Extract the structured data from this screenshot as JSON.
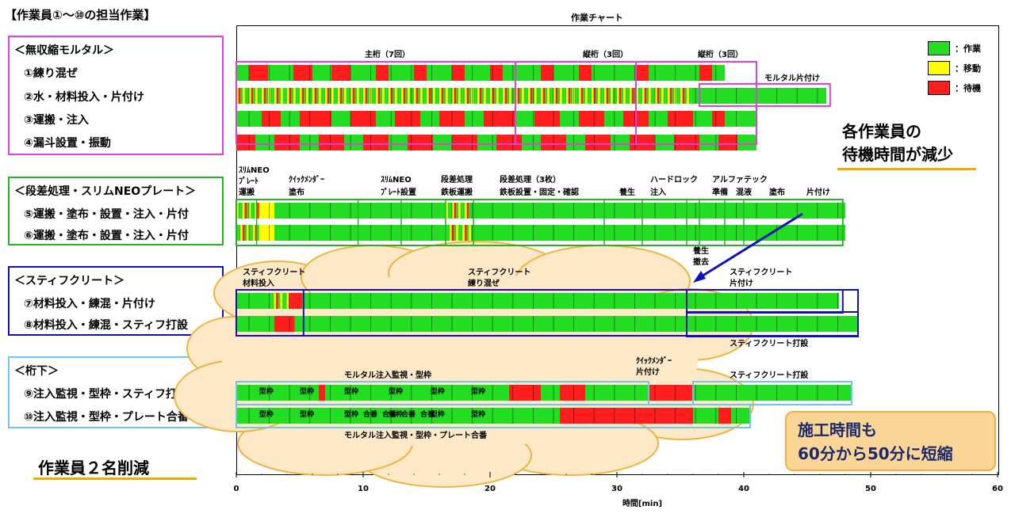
{
  "header": "【作業員①～⑩の担当作業】",
  "groups": [
    {
      "title": "＜無収縮モルタル＞",
      "workers": [
        "①練り混ぜ",
        "②水・材料投入・片付け",
        "③運搬・注入",
        "④漏斗設置・振動"
      ]
    },
    {
      "title": "＜段差処理・スリムNEOプレート＞",
      "workers": [
        "⑤運搬・塗布・設置・注入・片付",
        "⑥運搬・塗布・設置・注入・片付"
      ]
    },
    {
      "title": "＜スティフクリート＞",
      "workers": [
        "⑦材料投入・練混・片付け",
        "⑧材料投入・練混・スティフ打設"
      ]
    },
    {
      "title": "＜桁下＞",
      "workers": [
        "⑨注入監視・型枠・スティフ打設",
        "⑩注入監視・型枠・プレート合番"
      ]
    }
  ],
  "reduction_text": "作業員２名削減",
  "callout_wait": [
    "各作業員の",
    "待機時間が減少"
  ],
  "callout_time": [
    "施工時間も",
    "60分から50分に短縮"
  ],
  "colors": {
    "work": "#22dd22",
    "move": "#ffff00",
    "wait": "#ff1e1e"
  },
  "chart_data": {
    "type": "gantt",
    "title": "作業チャート",
    "xlabel": "時間[min]",
    "xlim": [
      0,
      60
    ],
    "xticks": [
      0,
      10,
      20,
      30,
      40,
      50,
      60
    ],
    "legend": [
      {
        "label": "：作業",
        "color": "#22dd22"
      },
      {
        "label": "：移動",
        "color": "#ffff00"
      },
      {
        "label": "：待機",
        "color": "#ff1e1e"
      }
    ],
    "rows": [
      {
        "worker": "①",
        "segments": [
          [
            0,
            1,
            "work"
          ],
          [
            1,
            2.5,
            "wait"
          ],
          [
            2.5,
            4.5,
            "work"
          ],
          [
            4.5,
            6,
            "wait"
          ],
          [
            6,
            7.5,
            "work"
          ],
          [
            7.5,
            9,
            "wait"
          ],
          [
            9,
            11,
            "work"
          ],
          [
            11,
            12,
            "wait"
          ],
          [
            12,
            14,
            "work"
          ],
          [
            14,
            15,
            "wait"
          ],
          [
            15,
            17,
            "work"
          ],
          [
            17,
            18,
            "wait"
          ],
          [
            18,
            20,
            "work"
          ],
          [
            20,
            21,
            "wait"
          ],
          [
            21,
            22.5,
            "work"
          ],
          [
            22.5,
            24,
            "work"
          ],
          [
            24,
            25,
            "wait"
          ],
          [
            25,
            27,
            "work"
          ],
          [
            27,
            28,
            "wait"
          ],
          [
            28,
            30,
            "work"
          ],
          [
            30,
            31.5,
            "work"
          ],
          [
            31.5,
            32.5,
            "wait"
          ],
          [
            32.5,
            35,
            "work"
          ],
          [
            35,
            36.5,
            "work"
          ],
          [
            36.5,
            37.5,
            "wait"
          ],
          [
            37.5,
            38.5,
            "work"
          ]
        ]
      },
      {
        "worker": "②",
        "segments": [
          [
            0,
            36,
            "mixed"
          ],
          [
            36,
            46.5,
            "work"
          ]
        ]
      },
      {
        "worker": "③",
        "segments": [
          [
            0,
            2,
            "work"
          ],
          [
            2,
            3.5,
            "wait"
          ],
          [
            3.5,
            5,
            "work"
          ],
          [
            5,
            7.5,
            "wait"
          ],
          [
            7.5,
            9,
            "work"
          ],
          [
            9,
            11,
            "wait"
          ],
          [
            11,
            12.5,
            "work"
          ],
          [
            12.5,
            14.5,
            "wait"
          ],
          [
            14.5,
            16,
            "work"
          ],
          [
            16,
            18,
            "wait"
          ],
          [
            18,
            19.5,
            "work"
          ],
          [
            19.5,
            22,
            "wait"
          ],
          [
            22,
            23.5,
            "work"
          ],
          [
            23.5,
            25.5,
            "wait"
          ],
          [
            25.5,
            27,
            "work"
          ],
          [
            27,
            29,
            "wait"
          ],
          [
            29,
            30.5,
            "work"
          ],
          [
            30.5,
            32.5,
            "wait"
          ],
          [
            32.5,
            34,
            "work"
          ],
          [
            34,
            36,
            "wait"
          ],
          [
            36,
            37.5,
            "work"
          ],
          [
            37.5,
            38.5,
            "wait"
          ],
          [
            38.5,
            41,
            "work"
          ]
        ]
      },
      {
        "worker": "④",
        "segments": [
          [
            0,
            1.5,
            "wait"
          ],
          [
            1.5,
            3,
            "work"
          ],
          [
            3,
            5,
            "wait"
          ],
          [
            5,
            6.5,
            "work"
          ],
          [
            6.5,
            8.5,
            "wait"
          ],
          [
            8.5,
            10,
            "work"
          ],
          [
            10,
            12,
            "wait"
          ],
          [
            12,
            13.5,
            "work"
          ],
          [
            13.5,
            15.5,
            "wait"
          ],
          [
            15.5,
            17,
            "work"
          ],
          [
            17,
            19,
            "wait"
          ],
          [
            19,
            20.5,
            "work"
          ],
          [
            20.5,
            22.5,
            "wait"
          ],
          [
            22.5,
            24,
            "work"
          ],
          [
            24,
            26,
            "wait"
          ],
          [
            26,
            27.5,
            "work"
          ],
          [
            27.5,
            29.5,
            "wait"
          ],
          [
            29.5,
            31,
            "work"
          ],
          [
            31,
            33,
            "wait"
          ],
          [
            33,
            34.5,
            "work"
          ],
          [
            34.5,
            36.5,
            "wait"
          ],
          [
            36.5,
            38,
            "work"
          ],
          [
            38,
            39.5,
            "wait"
          ],
          [
            39.5,
            41,
            "work"
          ]
        ]
      },
      {
        "worker": "⑤",
        "segments": [
          [
            0,
            1.8,
            "mixed"
          ],
          [
            1.8,
            3,
            "move"
          ],
          [
            3,
            16.5,
            "work"
          ],
          [
            16.5,
            18.5,
            "mixed"
          ],
          [
            18.5,
            48,
            "work"
          ]
        ]
      },
      {
        "worker": "⑥",
        "segments": [
          [
            0,
            1.8,
            "mixed"
          ],
          [
            1.8,
            3,
            "move"
          ],
          [
            3,
            16.5,
            "work"
          ],
          [
            16.5,
            18.5,
            "mixed"
          ],
          [
            18.5,
            48,
            "work"
          ]
        ]
      },
      {
        "worker": "⑦",
        "segments": [
          [
            0,
            2.8,
            "work"
          ],
          [
            2.8,
            4.3,
            "mixed"
          ],
          [
            4.3,
            5.2,
            "wait"
          ],
          [
            5.2,
            35.5,
            "work"
          ],
          [
            35.5,
            47.5,
            "work"
          ]
        ]
      },
      {
        "worker": "⑧",
        "segments": [
          [
            0,
            3,
            "work"
          ],
          [
            3,
            4.6,
            "wait"
          ],
          [
            4.6,
            5.3,
            "work"
          ],
          [
            5.3,
            35.5,
            "work"
          ],
          [
            35.5,
            49,
            "work"
          ]
        ]
      },
      {
        "worker": "⑨",
        "segments": [
          [
            0,
            6.5,
            "work"
          ],
          [
            6.5,
            7,
            "wait"
          ],
          [
            7,
            21.5,
            "work"
          ],
          [
            21.5,
            24,
            "wait"
          ],
          [
            24,
            25.5,
            "work"
          ],
          [
            25.5,
            27.5,
            "wait"
          ],
          [
            27.5,
            30,
            "work"
          ],
          [
            30,
            32.5,
            "work"
          ],
          [
            32.5,
            36,
            "wait"
          ],
          [
            36,
            48.5,
            "work"
          ]
        ]
      },
      {
        "worker": "⑩",
        "segments": [
          [
            0,
            25.5,
            "work"
          ],
          [
            25.5,
            34,
            "wait"
          ],
          [
            34,
            36,
            "wait"
          ],
          [
            36,
            38,
            "work"
          ],
          [
            38,
            39,
            "wait"
          ],
          [
            39,
            40.5,
            "work"
          ]
        ]
      }
    ],
    "annotations": [
      "主桁（7回）",
      "縦桁（3回）",
      "縦桁（3回）",
      "モルタル片付け",
      "ｽﾘﾑNEO",
      "ﾌﾟﾚｰﾄ",
      "運搬",
      "ｸｲｯｸﾒﾝﾀﾞｰ",
      "塗布",
      "ｽﾘﾑNEO",
      "ﾌﾟﾚｰﾄ設置",
      "段差処理",
      "鉄板運搬",
      "段差処理（3枚）",
      "鉄板設置・固定・確認",
      "養生",
      "ハードロック",
      "注入",
      "アルファテック",
      "準備",
      "混液",
      "塗布",
      "片付け",
      "養生",
      "撤去",
      "スティフクリート",
      "材料投入",
      "スティフクリート",
      "練り混ぜ",
      "スティフクリート",
      "片付け",
      "スティフクリート打設",
      "モルタル注入監視・型枠",
      "ｸｲｯｸﾒﾝﾀﾞｰ",
      "片付け",
      "スティフクリート打設",
      "モルタル注入監視・型枠・プレート合番",
      "型枠",
      "合番"
    ]
  }
}
